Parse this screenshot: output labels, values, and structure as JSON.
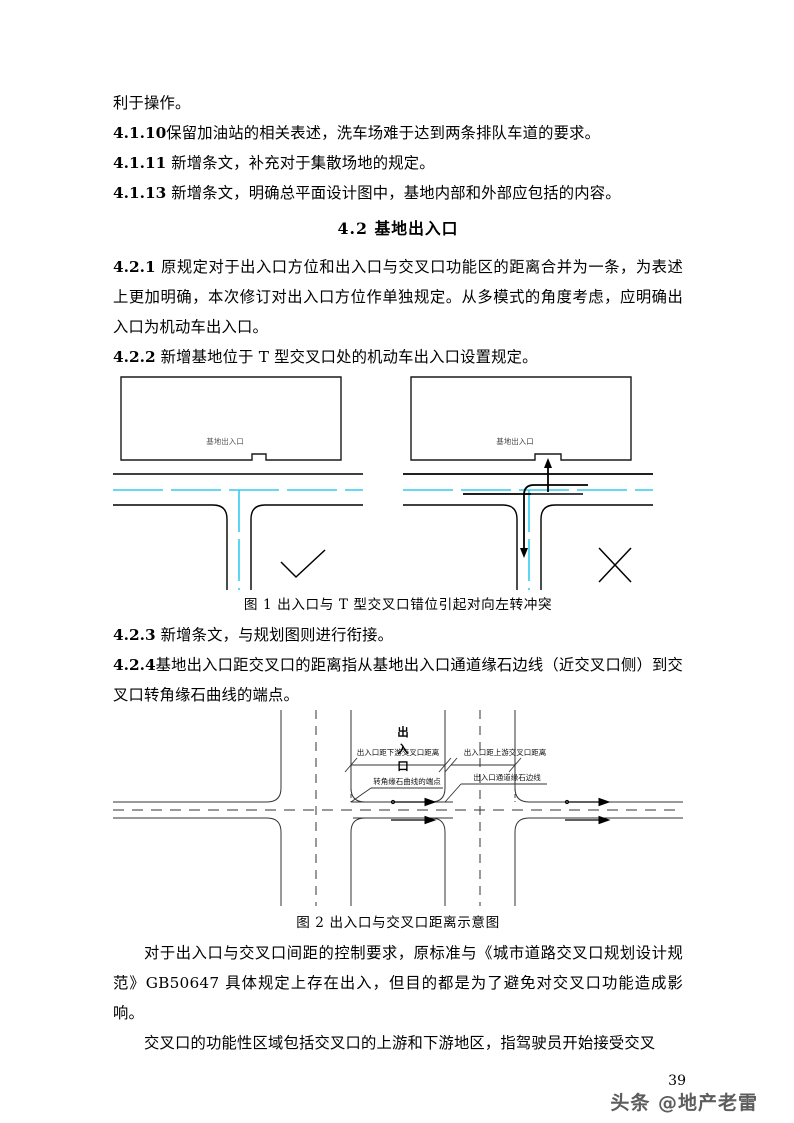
{
  "document": {
    "page_number": "39",
    "watermark": "头条 @地产老雷"
  },
  "body": {
    "line_top": "利于操作。",
    "clause_4_1_10_num": "4.1.10",
    "clause_4_1_10_text": "保留加油站的相关表述，洗车场难于达到两条排队车道的要求。",
    "clause_4_1_11_num": "4.1.11",
    "clause_4_1_11_text": "新增条文，补充对于集散场地的规定。",
    "clause_4_1_13_num": "4.1.13",
    "clause_4_1_13_text": "新增条文，明确总平面设计图中，基地内部和外部应包括的内容。",
    "section_title": "4.2 基地出入口",
    "clause_4_2_1_num": "4.2.1",
    "clause_4_2_1_text": "原规定对于出入口方位和出入口与交叉口功能区的距离合并为一条，为表述上更加明确，本次修订对出入口方位作单独规定。从多模式的角度考虑，应明确出入口为机动车出入口。",
    "clause_4_2_2_num": "4.2.2",
    "clause_4_2_2_text": "新增基地位于 T 型交叉口处的机动车出入口设置规定。",
    "clause_4_2_3_num": "4.2.3",
    "clause_4_2_3_text": "新增条文，与规划图则进行衔接。",
    "clause_4_2_4_num": "4.2.4",
    "clause_4_2_4_text": "基地出入口距交叉口的距离指从基地出入口通道缘石边线（近交叉口侧）到交叉口转角缘石曲线的端点。",
    "para_tail_1": "对于出入口与交叉口间距的控制要求，原标准与《城市道路交叉口规划设计规范》GB50647 具体规定上存在出入，但目的都是为了避免对交叉口功能造成影响。",
    "para_tail_2": "交叉口的功能性区域包括交叉口的上游和下游地区，指驾驶员开始接受交叉"
  },
  "figure1": {
    "caption": "图 1 出入口与 T 型交叉口错位引起对向左转冲突",
    "left_building_label": "基地出入口",
    "right_building_label": "基地出入口",
    "ok_mark": "check",
    "bad_mark": "cross",
    "centerline_color": "#33CCEE"
  },
  "figure2": {
    "caption": "图 2 出入口与交叉口距离示意图",
    "label_downstream": "出入口距下游交叉口距离",
    "label_upstream": "出入口距上游交叉口距离",
    "label_corner_curb": "转角缘石曲线的端点",
    "label_access_curb": "出入口通道缘石边线",
    "vertical_label": "出入口"
  }
}
